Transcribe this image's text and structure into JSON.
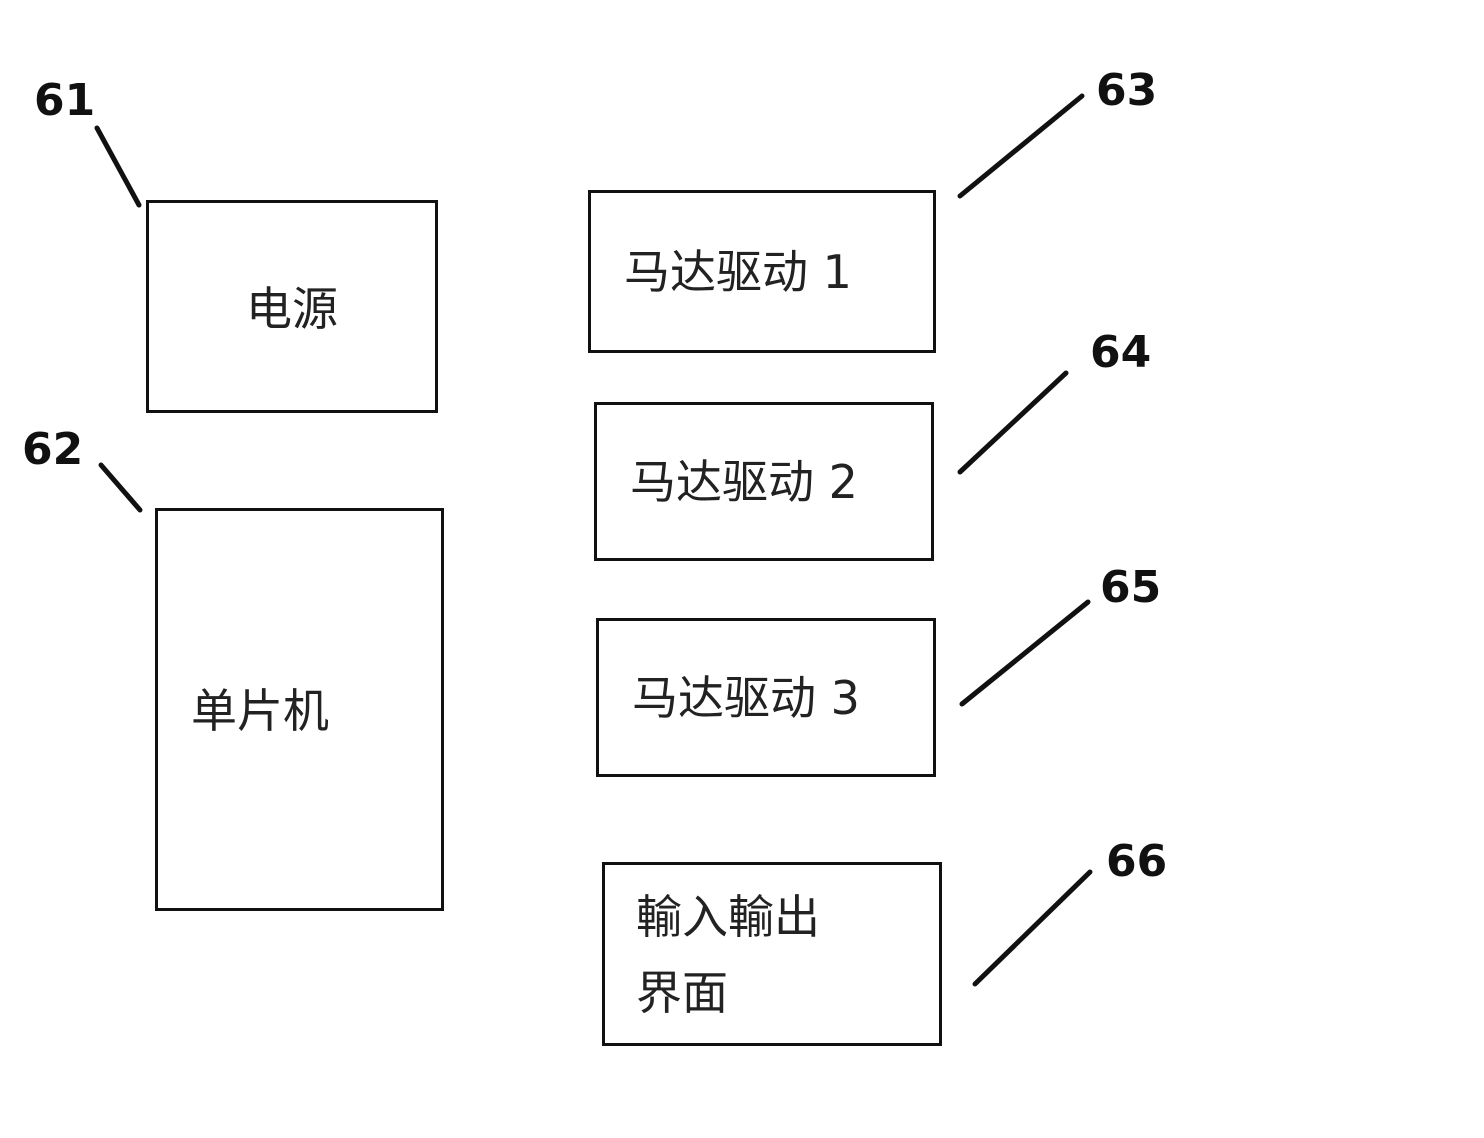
{
  "diagram": {
    "blocks": {
      "power_supply": {
        "label": "电源",
        "ref": "61"
      },
      "mcu": {
        "label": "单片机",
        "ref": "62"
      },
      "motor_driver_1": {
        "label": "马达驱动 1",
        "ref": "63"
      },
      "motor_driver_2": {
        "label": "马达驱动 2",
        "ref": "64"
      },
      "motor_driver_3": {
        "label": "马达驱动 3",
        "ref": "65"
      },
      "io_interface": {
        "label_line1": "輸入輸出",
        "label_line2": "界面",
        "ref": "66"
      }
    }
  }
}
